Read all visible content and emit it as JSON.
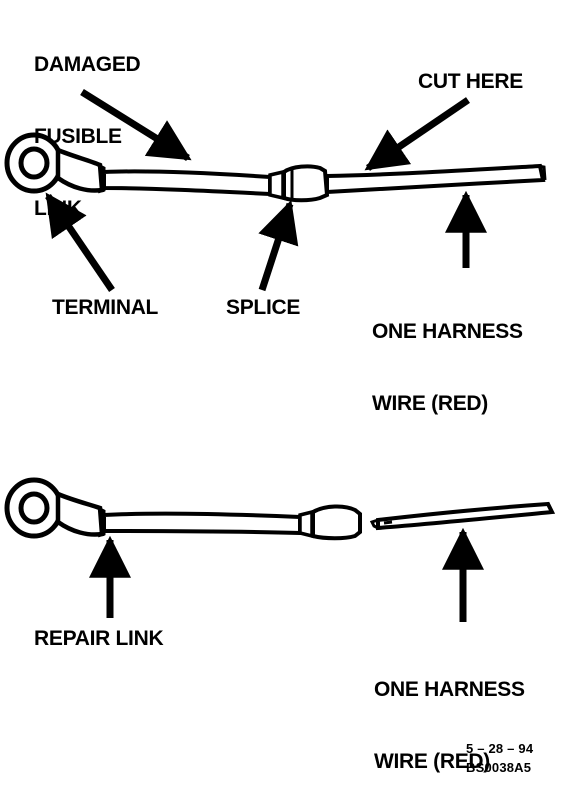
{
  "labels": {
    "damaged_fusible_link": [
      "DAMAGED",
      "FUSIBLE",
      "LINK"
    ],
    "cut_here": "CUT HERE",
    "terminal": "TERMINAL",
    "splice": "SPLICE",
    "one_harness_wire_top": [
      "ONE HARNESS",
      "WIRE (RED)"
    ],
    "repair_link": "REPAIR LINK",
    "one_harness_wire_bottom": [
      "ONE HARNESS",
      "WIRE (RED)"
    ]
  },
  "footer": {
    "date": "5 – 28 – 94",
    "code": "BS0038A5"
  }
}
